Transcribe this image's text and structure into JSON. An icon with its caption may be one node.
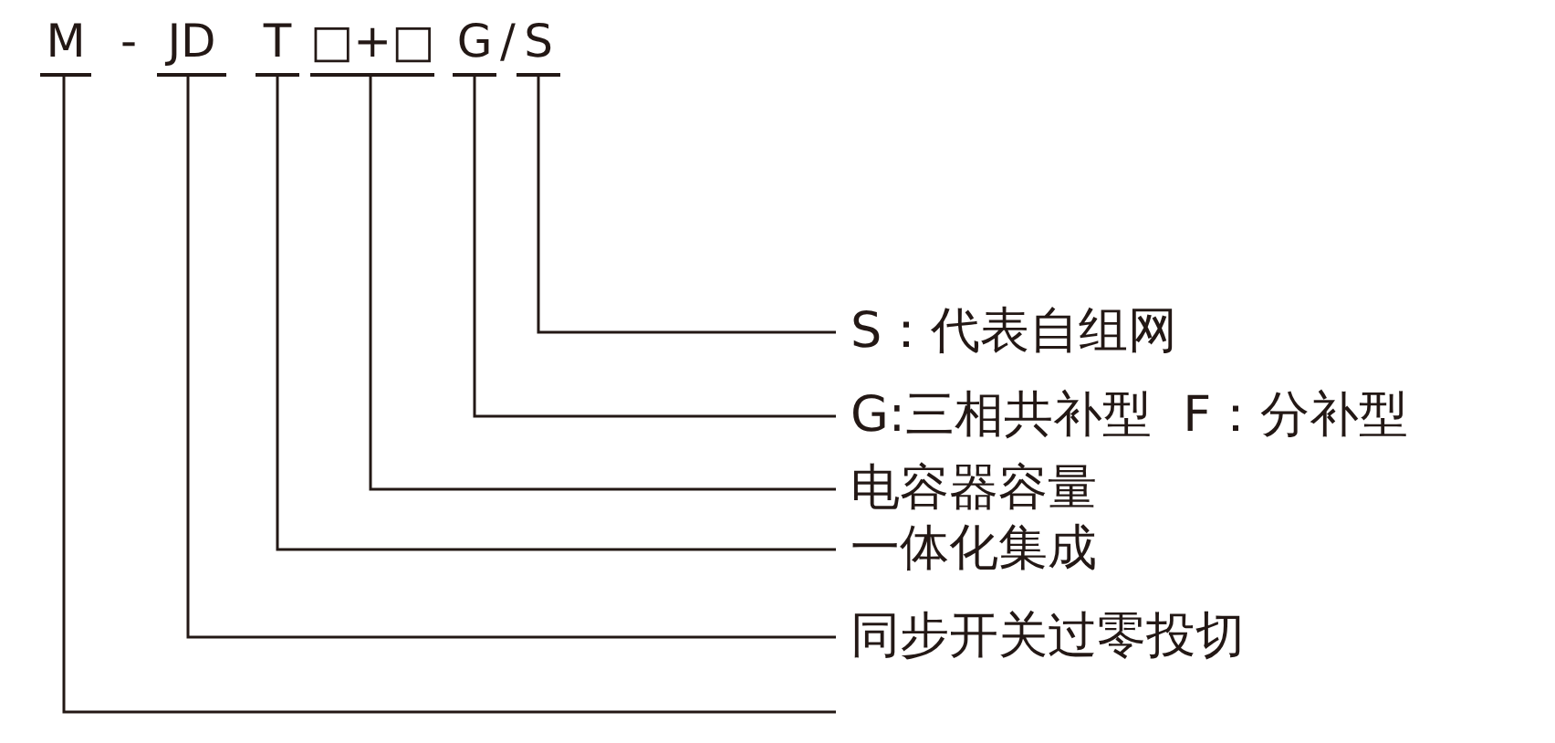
{
  "diagram": {
    "nodes": [
      {
        "text": [
          "M"
        ]
      },
      {
        "text": [
          "JD"
        ]
      },
      {
        "text": [
          "T"
        ]
      },
      {
        "text": [
          "□+□"
        ]
      },
      {
        "text": [
          "G"
        ]
      },
      {
        "text": [
          "S"
        ]
      },
      {
        "text": [
          "S：代表自组网"
        ]
      },
      {
        "text": [
          "G:三相共补型  F：分补型"
        ]
      },
      {
        "text": [
          "电容器容量"
        ]
      },
      {
        "text": [
          "一体化集成"
        ]
      },
      {
        "text": [
          "同步开关过零投切"
        ]
      }
    ],
    "edges": [
      {
        "from": 5,
        "to": 6,
        "arrow": "none"
      },
      {
        "from": 4,
        "to": 7,
        "arrow": "none"
      },
      {
        "from": 3,
        "to": 8,
        "arrow": "none"
      },
      {
        "from": 2,
        "to": 9,
        "arrow": "none"
      },
      {
        "from": 1,
        "to": 10,
        "arrow": "none"
      },
      {
        "from": 0,
        "to": null,
        "arrow": "none"
      }
    ],
    "labels": [
      "-",
      "/"
    ]
  }
}
